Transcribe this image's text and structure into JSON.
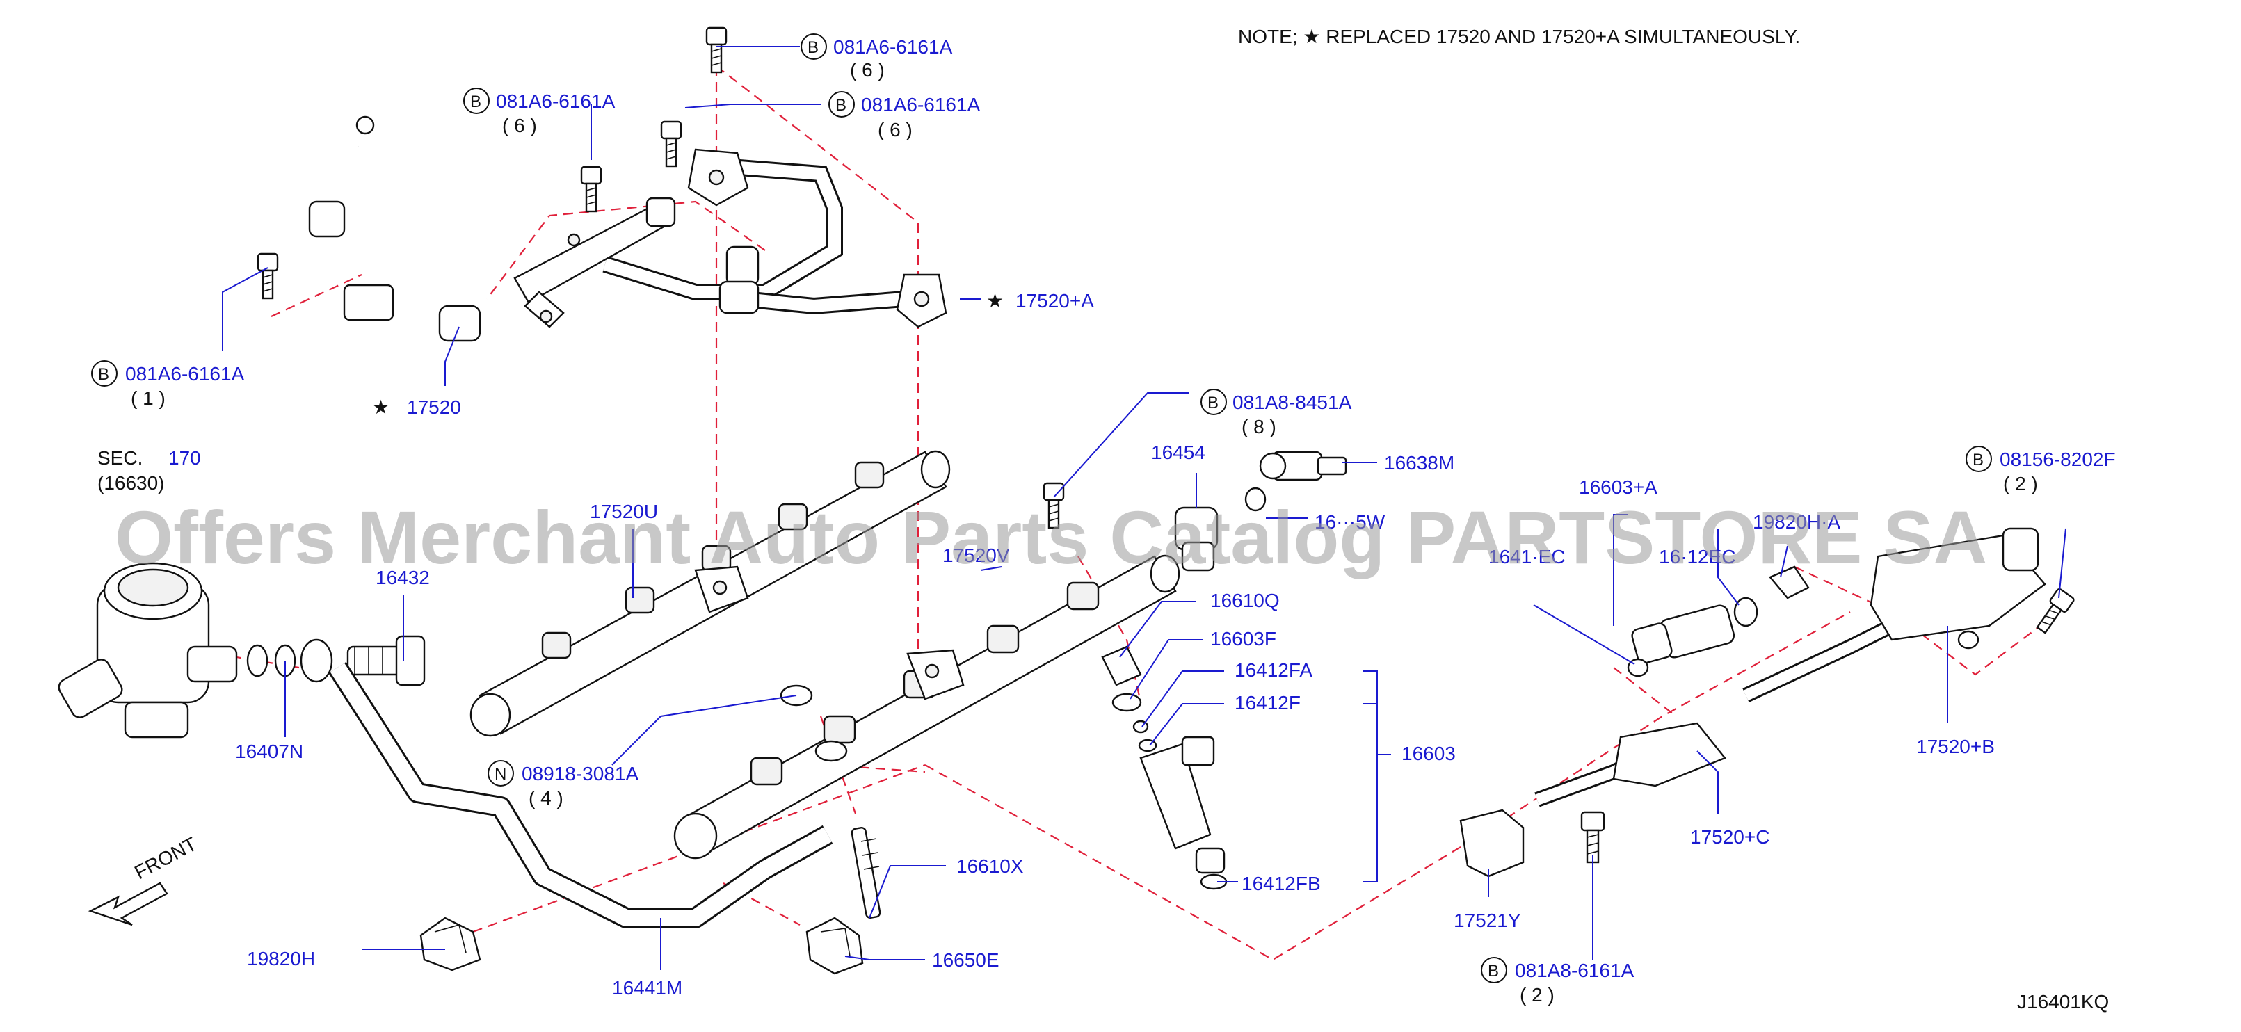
{
  "note": "NOTE;   ★ REPLACED   17520   AND   17520+A   SIMULTANEOUSLY.",
  "diagram_id": "J16401KQ",
  "watermark": "Offers Merchant Auto Parts Catalog PARTSTORE SA",
  "front_label": "FRONT",
  "section_ref": {
    "sec": "SEC.",
    "num": "170",
    "sub": "(16630)"
  },
  "colors": {
    "label": "#1a1ad0",
    "dash": "#e0203a",
    "outline": "#111111"
  },
  "bolts": [
    {
      "mark": "B",
      "part": "081A6-6161A",
      "qty": "( 6 )"
    },
    {
      "mark": "B",
      "part": "081A6-6161A",
      "qty": "( 6 )"
    },
    {
      "mark": "B",
      "part": "081A6-6161A",
      "qty": "( 6 )"
    },
    {
      "mark": "B",
      "part": "081A6-6161A",
      "qty": "( 1 )"
    },
    {
      "mark": "B",
      "part": "081A8-8451A",
      "qty": "( 8 )"
    },
    {
      "mark": "B",
      "part": "08156-8202F",
      "qty": "( 2 )"
    },
    {
      "mark": "N",
      "part": "08918-3081A",
      "qty": "( 4 )"
    },
    {
      "mark": "B",
      "part": "081A8-6161A",
      "qty": "( 2 )"
    }
  ],
  "parts": {
    "p17520": "17520",
    "p17520A": "17520+A",
    "p17520U": "17520U",
    "p17520V": "17520V",
    "p17520B": "17520+B",
    "p17520C": "17520+C",
    "p17521Y": "17521Y",
    "p16432": "16432",
    "p16407N": "16407N",
    "p16454": "16454",
    "p16638M": "16638M",
    "p1663xV": "16···5W",
    "p16610Q": "16610Q",
    "p16603F": "16603F",
    "p16412FA": "16412FA",
    "p16412F": "16412F",
    "p16412FB": "16412FB",
    "p16603": "16603",
    "p16603A": "16603+A",
    "p16412EC_a": "1641·EC",
    "p16412EC_b": "16·12EC",
    "p19820HA": "19820H·A",
    "p16610X": "16610X",
    "p16650E": "16650E",
    "p19820H": "19820H",
    "p16441M": "16441M"
  }
}
